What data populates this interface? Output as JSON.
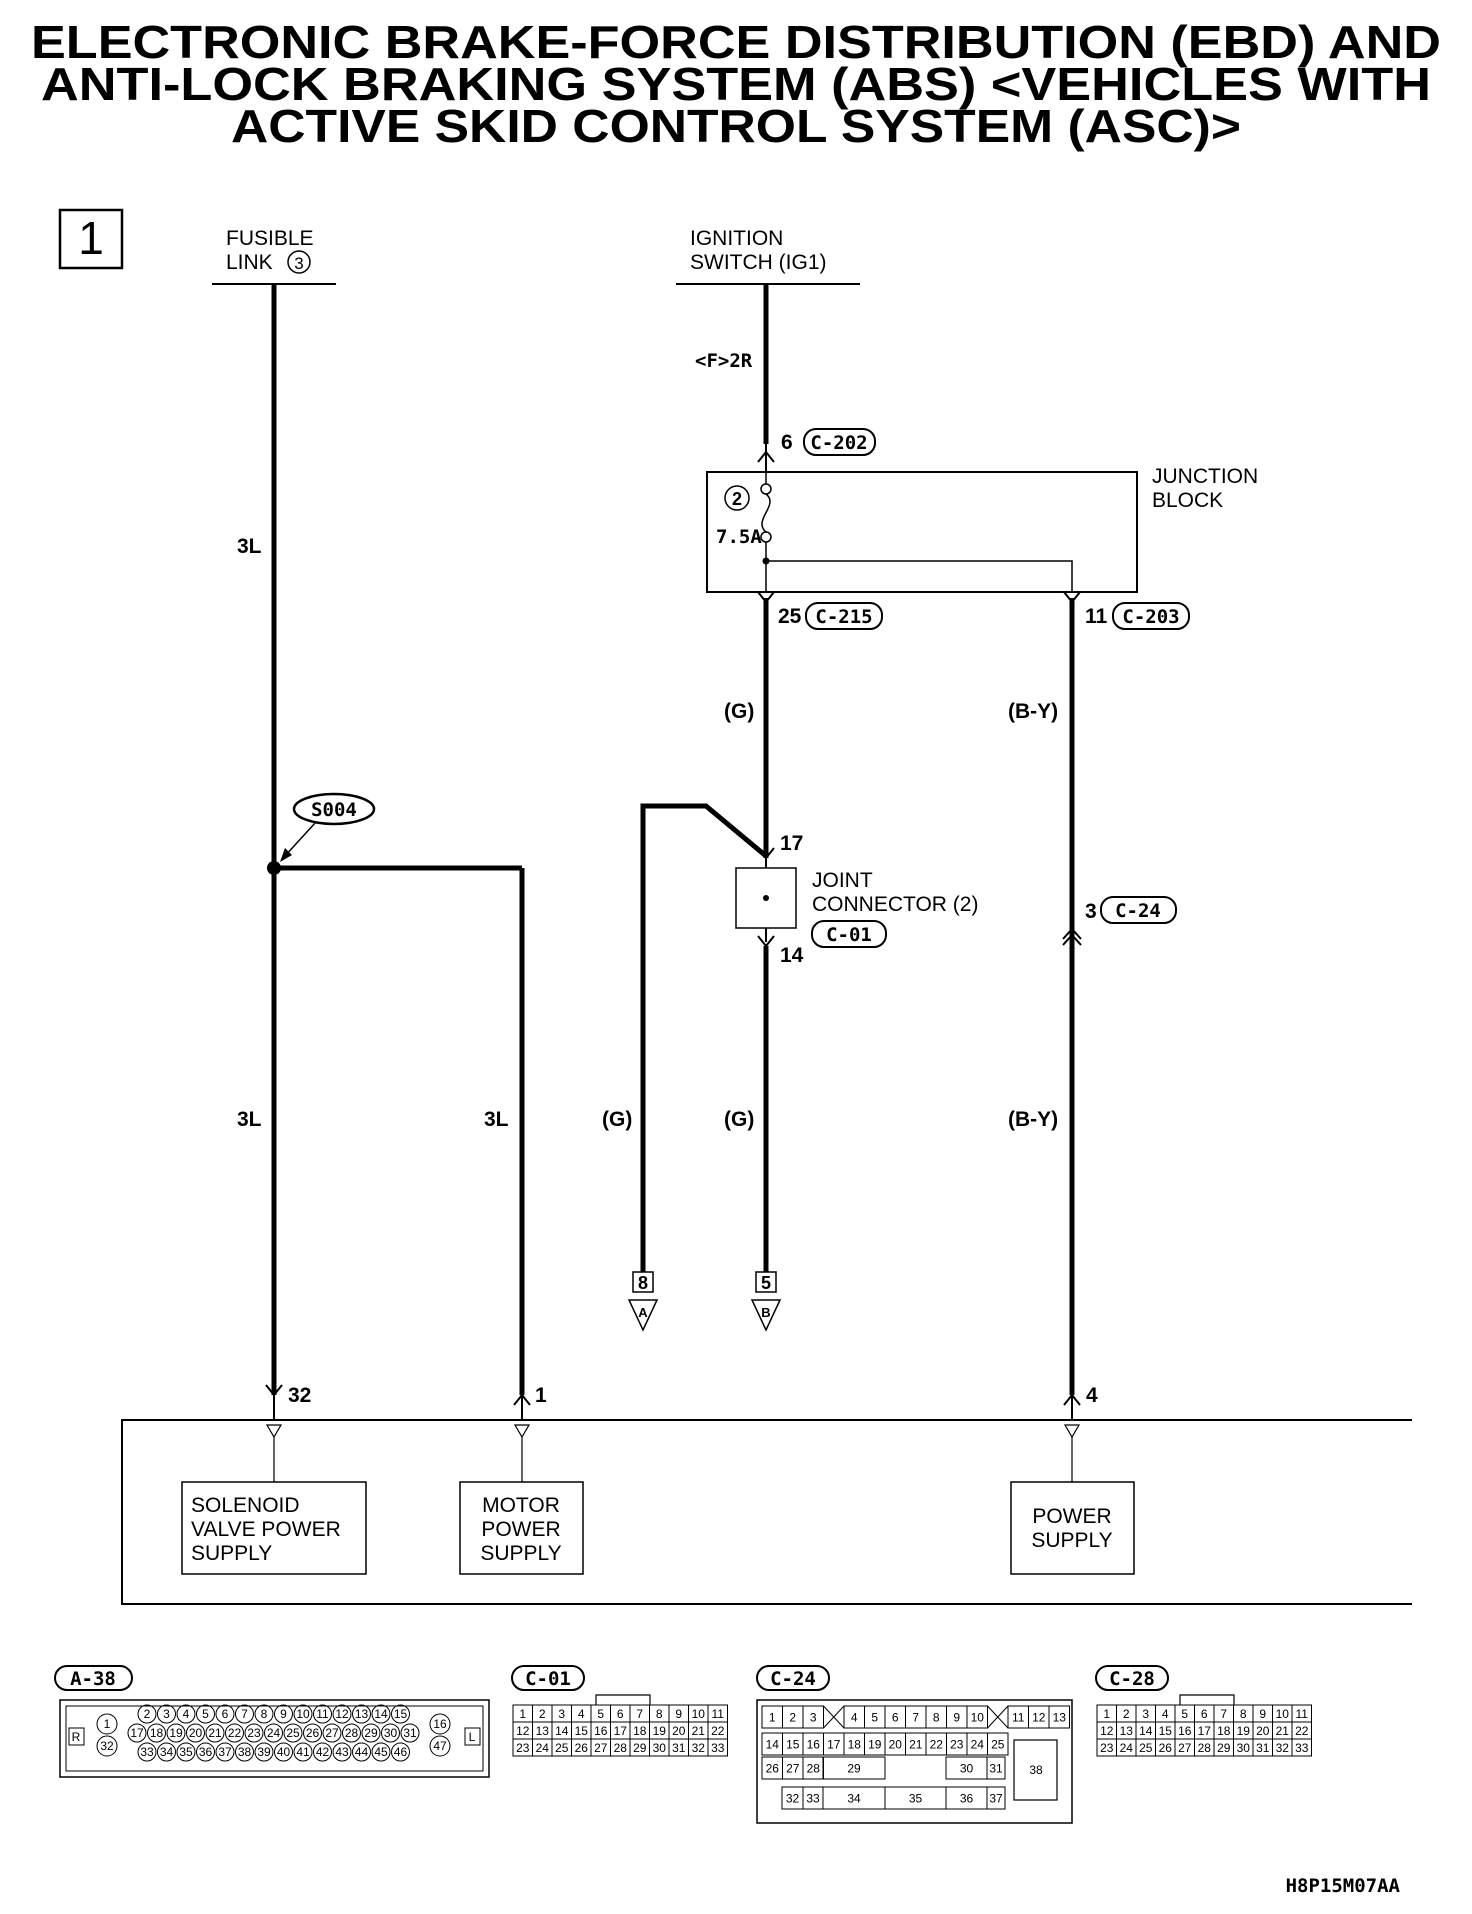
{
  "title": {
    "line1": "ELECTRONIC BRAKE-FORCE DISTRIBUTION (EBD) AND",
    "line2": "ANTI-LOCK BRAKING SYSTEM (ABS) <VEHICLES WITH",
    "line3": "ACTIVE SKID CONTROL SYSTEM (ASC)>"
  },
  "page_number": "1",
  "sources": {
    "fusible_link_line1": "FUSIBLE",
    "fusible_link_line2": "LINK",
    "fusible_link_number": "3",
    "ignition_line1": "IGNITION",
    "ignition_line2": "SWITCH (IG1)"
  },
  "wires": {
    "ign_in": "<F>2R",
    "fl_upper": "3L",
    "fl_lower": "3L",
    "motor": "3L",
    "green_upper": "(G)",
    "green_left": "(G)",
    "green_lower": "(G)",
    "by_upper": "(B-Y)",
    "by_lower": "(B-Y)"
  },
  "junction_block": {
    "line1": "JUNCTION",
    "line2": "BLOCK",
    "fuse_number": "2",
    "fuse_rating": "7.5A",
    "in_pin": "6",
    "in_connector": "C-202",
    "out_left_pin": "25",
    "out_left_connector": "C-215",
    "out_right_pin": "11",
    "out_right_connector": "C-203"
  },
  "splice": {
    "id": "S004"
  },
  "joint_connector": {
    "line1": "JOINT",
    "line2": "CONNECTOR (2)",
    "connector": "C-01",
    "pin_in": "17",
    "pin_out": "14"
  },
  "inline_connector": {
    "pin": "3",
    "connector": "C-24"
  },
  "continuations": [
    {
      "number": "8",
      "letter": "A"
    },
    {
      "number": "5",
      "letter": "B"
    }
  ],
  "ecu": {
    "pins": [
      "32",
      "1",
      "4"
    ],
    "boxes": [
      {
        "lines": [
          "SOLENOID",
          "VALVE POWER",
          "SUPPLY"
        ]
      },
      {
        "lines": [
          "MOTOR",
          "POWER",
          "SUPPLY"
        ]
      },
      {
        "lines": [
          "POWER",
          "SUPPLY"
        ]
      }
    ]
  },
  "connector_views": {
    "a38": {
      "label": "A-38",
      "side_left": "R",
      "side_right": "L",
      "row1": [
        "2",
        "3",
        "4",
        "5",
        "6",
        "7",
        "8",
        "9",
        "10",
        "11",
        "12",
        "13",
        "14",
        "15"
      ],
      "row2": [
        "17",
        "18",
        "19",
        "20",
        "21",
        "22",
        "23",
        "24",
        "25",
        "26",
        "27",
        "28",
        "29",
        "30",
        "31"
      ],
      "row3": [
        "33",
        "34",
        "35",
        "36",
        "37",
        "38",
        "39",
        "40",
        "41",
        "42",
        "43",
        "44",
        "45",
        "46"
      ],
      "left_top": "1",
      "left_bottom": "32",
      "right_top": "16",
      "right_bottom": "47"
    },
    "c01": {
      "label": "C-01",
      "rows": [
        [
          "1",
          "2",
          "3",
          "4",
          "5",
          "6",
          "7",
          "8",
          "9",
          "10",
          "11"
        ],
        [
          "12",
          "13",
          "14",
          "15",
          "16",
          "17",
          "18",
          "19",
          "20",
          "21",
          "22"
        ],
        [
          "23",
          "24",
          "25",
          "26",
          "27",
          "28",
          "29",
          "30",
          "31",
          "32",
          "33"
        ]
      ]
    },
    "c24": {
      "label": "C-24",
      "row1": [
        "1",
        "2",
        "3",
        "",
        "4",
        "5",
        "6",
        "7",
        "8",
        "9",
        "10",
        "",
        "11",
        "12",
        "13"
      ],
      "row2": [
        "14",
        "15",
        "16",
        "17",
        "18",
        "19",
        "20",
        "21",
        "22",
        "23",
        "24",
        "25"
      ],
      "mid_left": [
        "26",
        "27",
        "28"
      ],
      "mid_labels": [
        "29",
        "30",
        "31"
      ],
      "bottom": [
        "32",
        "33",
        "34",
        "35",
        "36",
        "37"
      ],
      "big": "38"
    },
    "c28": {
      "label": "C-28",
      "rows": [
        [
          "1",
          "2",
          "3",
          "4",
          "5",
          "6",
          "7",
          "8",
          "9",
          "10",
          "11"
        ],
        [
          "12",
          "13",
          "14",
          "15",
          "16",
          "17",
          "18",
          "19",
          "20",
          "21",
          "22"
        ],
        [
          "23",
          "24",
          "25",
          "26",
          "27",
          "28",
          "29",
          "30",
          "31",
          "32",
          "33"
        ]
      ]
    }
  },
  "figure_code": "H8P15M07AA"
}
